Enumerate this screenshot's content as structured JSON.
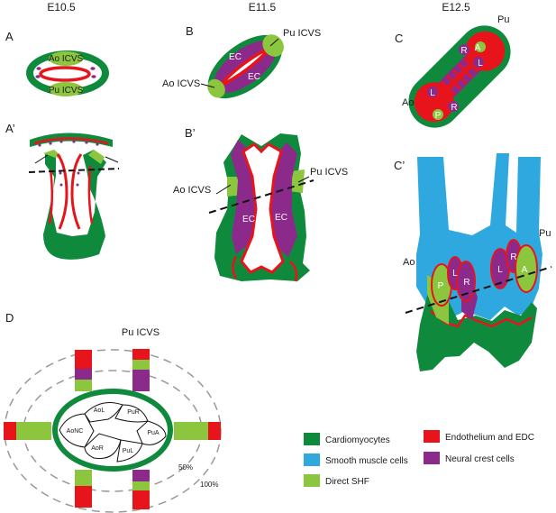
{
  "columns": [
    "E10.5",
    "E11.5",
    "E12.5"
  ],
  "panels": {
    "a": "A",
    "a_prime": "A’",
    "b": "B",
    "b_prime": "B’",
    "c": "C",
    "c_prime": "C’",
    "d": "D"
  },
  "labels": {
    "ao_icvs": "Ao ICVS",
    "pu_icvs": "Pu ICVS",
    "ec": "EC",
    "ao": "Ao",
    "pu": "Pu",
    "cushion_a": "A",
    "cushion_l": "L",
    "cushion_r": "R",
    "cushion_p": "P"
  },
  "diagram_d": {
    "title": "Pu ICVS",
    "cushions": [
      "AoL",
      "PuR",
      "AoNC",
      "PuA",
      "AoR",
      "PuL"
    ],
    "ring_50": "50%",
    "ring_100": "100%"
  },
  "legend": [
    {
      "label": "Cardiomyocytes",
      "color": "#0f8a3c"
    },
    {
      "label": "Endothelium and EDC",
      "color": "#e8141c"
    },
    {
      "label": "Smooth muscle cells",
      "color": "#2fa8df"
    },
    {
      "label": "Neural crest cells",
      "color": "#8c2a8c"
    },
    {
      "label": "Direct SHF",
      "color": "#8cc63f"
    }
  ]
}
